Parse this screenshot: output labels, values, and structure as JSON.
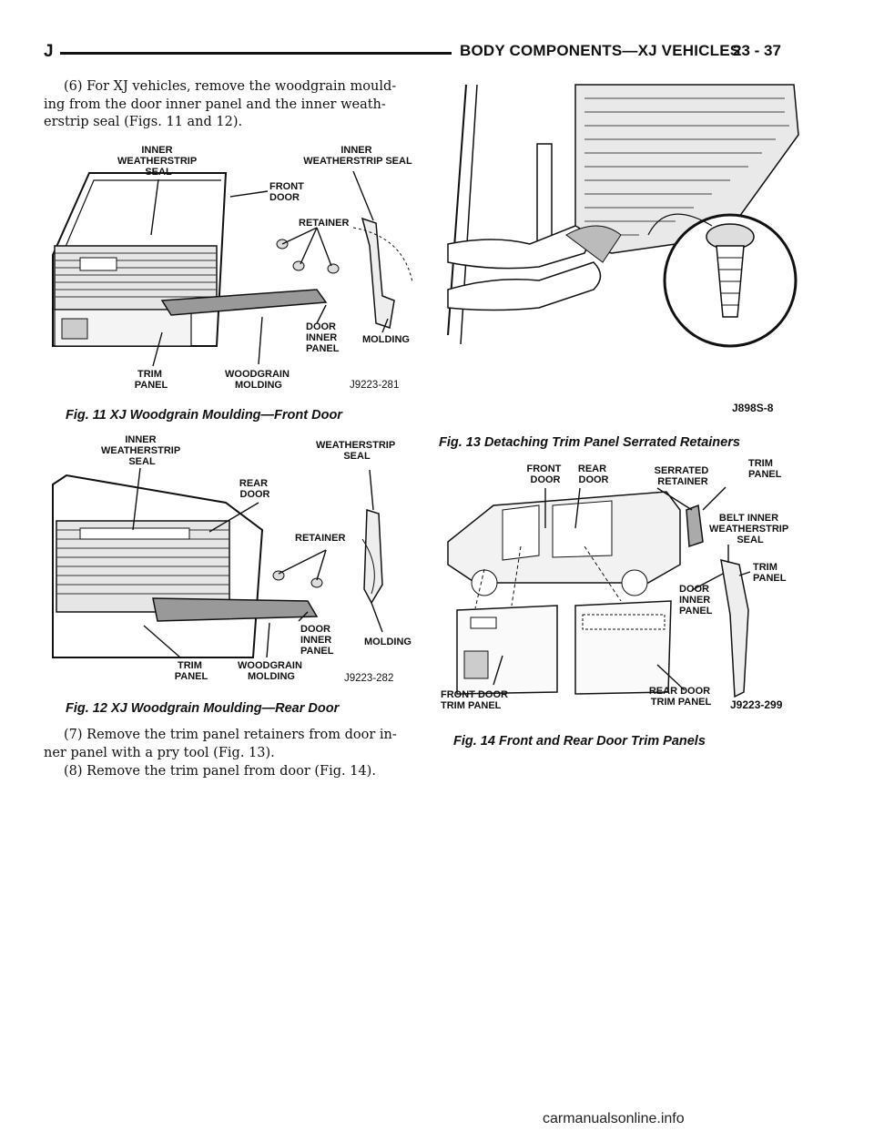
{
  "header": {
    "section_letter": "J",
    "title": "BODY COMPONENTS—XJ VEHICLES",
    "page_number": "23 - 37"
  },
  "text": {
    "step6": "(6) For XJ vehicles, remove the woodgrain mould-ing from the door inner panel and the inner weath-erstrip seal (Figs. 11 and 12).",
    "step6_lines": [
      "(6) For XJ vehicles, remove the woodgrain mould-",
      "ing from the door inner panel and the inner weath-",
      "erstrip seal (Figs. 11 and 12)."
    ],
    "step7_lines": [
      "(7) Remove the trim panel retainers from door in-",
      "ner panel with a pry tool (Fig. 13)."
    ],
    "step8": "(8) Remove the trim panel from door (Fig. 14)."
  },
  "figures": {
    "fig11": {
      "caption": "Fig. 11 XJ Woodgrain Moulding—Front Door",
      "code": "J9223-281",
      "labels": {
        "inner_weatherstrip_seal_left": [
          "INNER",
          "WEATHERSTRIP",
          "SEAL"
        ],
        "inner_weatherstrip_seal_right": [
          "INNER",
          "WEATHERSTRIP SEAL"
        ],
        "front_door": [
          "FRONT",
          "DOOR"
        ],
        "retainer": "RETAINER",
        "door_inner_panel": [
          "DOOR",
          "INNER",
          "PANEL"
        ],
        "molding": "MOLDING",
        "trim_panel": [
          "TRIM",
          "PANEL"
        ],
        "woodgrain_molding": [
          "WOODGRAIN",
          "MOLDING"
        ]
      }
    },
    "fig12": {
      "caption": "Fig. 12 XJ Woodgrain Moulding—Rear Door",
      "code": "J9223-282",
      "labels": {
        "inner_weatherstrip_seal": [
          "INNER",
          "WEATHERSTRIP",
          "SEAL"
        ],
        "weatherstrip_seal": [
          "WEATHERSTRIP",
          "SEAL"
        ],
        "rear_door": [
          "REAR",
          "DOOR"
        ],
        "retainer": "RETAINER",
        "door_inner_panel": [
          "DOOR",
          "INNER",
          "PANEL"
        ],
        "molding": "MOLDING",
        "trim_panel": [
          "TRIM",
          "PANEL"
        ],
        "woodgrain_molding": [
          "WOODGRAIN",
          "MOLDING"
        ]
      }
    },
    "fig13": {
      "caption": "Fig. 13 Detaching Trim Panel Serrated Retainers",
      "code": "J898S-8"
    },
    "fig14": {
      "caption": "Fig. 14 Front and Rear Door Trim Panels",
      "code": "J9223-299",
      "labels": {
        "front_door": [
          "FRONT",
          "DOOR"
        ],
        "rear_door": [
          "REAR",
          "DOOR"
        ],
        "serrated_retainer": [
          "SERRATED",
          "RETAINER"
        ],
        "trim_panel_top": [
          "TRIM",
          "PANEL"
        ],
        "belt_inner_weatherstrip_seal": [
          "BELT INNER",
          "WEATHERSTRIP",
          "SEAL"
        ],
        "trim_panel_right": [
          "TRIM",
          "PANEL"
        ],
        "door_inner_panel": [
          "DOOR",
          "INNER",
          "PANEL"
        ],
        "front_door_trim_panel": [
          "FRONT DOOR",
          "TRIM PANEL"
        ],
        "rear_door_trim_panel": [
          "REAR DOOR",
          "TRIM PANEL"
        ]
      }
    }
  },
  "footer": {
    "watermark": "carmanualsonline.info"
  }
}
